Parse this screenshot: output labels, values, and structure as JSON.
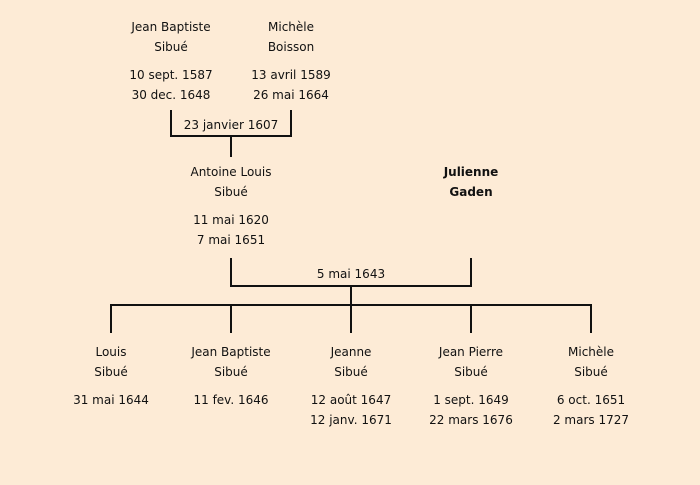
{
  "persons": [
    {
      "id": "jean-baptiste-sibue-father",
      "first": "Jean Baptiste",
      "last": "Sibué",
      "birth": "10 sept. 1587",
      "death": "30 dec. 1648"
    },
    {
      "id": "michele-boisson",
      "first": "Michèle",
      "last": "Boisson",
      "birth": "13 avril 1589",
      "death": "26 mai 1664"
    },
    {
      "id": "antoine-louis-sibue",
      "first": "Antoine Louis",
      "last": "Sibué",
      "birth": "11 mai 1620",
      "death": "7 mai 1651"
    },
    {
      "id": "julienne-gaden",
      "first": "Julienne",
      "last": "Gaden",
      "birth": null,
      "death": null,
      "bold": true
    },
    {
      "id": "louis-sibue",
      "first": "Louis",
      "last": "Sibué",
      "birth": "31 mai 1644",
      "death": null
    },
    {
      "id": "jean-baptiste-sibue-child",
      "first": "Jean Baptiste",
      "last": "Sibué",
      "birth": "11 fev. 1646",
      "death": null
    },
    {
      "id": "jeanne-sibue",
      "first": "Jeanne",
      "last": "Sibué",
      "birth": "12 août 1647",
      "death": "12 janv. 1671"
    },
    {
      "id": "jean-pierre-sibue",
      "first": "Jean Pierre",
      "last": "Sibué",
      "birth": "1 sept. 1649",
      "death": "22 mars 1676"
    },
    {
      "id": "michele-sibue",
      "first": "Michèle",
      "last": "Sibué",
      "birth": "6 oct. 1651",
      "death": "2 mars 1727"
    }
  ],
  "marriages": [
    {
      "id": "marriage-1607",
      "date": "23 janvier 1607"
    },
    {
      "id": "marriage-1643",
      "date": "5 mai 1643"
    }
  ]
}
